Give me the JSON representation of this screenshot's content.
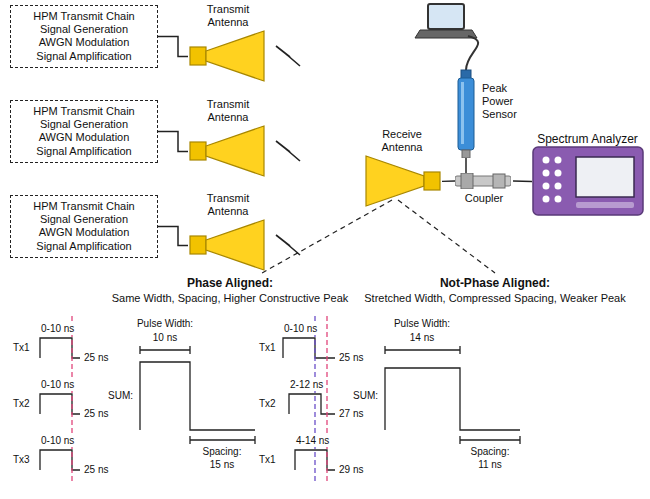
{
  "diagram": {
    "nodes": [
      {
        "text": [
          "HPM Transmit Chain",
          "Signal Generation AWGN Modulation Signal Amplification"
        ]
      },
      {
        "text": [
          "Transmit Antenna"
        ]
      },
      {
        "text": [
          "HPM Transmit Chain",
          "Signal Generation AWGN Modulation Signal Amplification"
        ]
      },
      {
        "text": [
          "Transmit Antenna"
        ]
      },
      {
        "text": [
          "HPM Transmit Chain",
          "Signal Generation AWGN Modulation Signal Amplification"
        ]
      },
      {
        "text": [
          "Transmit Antenna"
        ]
      },
      {
        "text": [
          "Peak Power Sensor"
        ]
      },
      {
        "text": [
          "Receive Antenna"
        ]
      },
      {
        "text": [
          "Coupler"
        ]
      },
      {
        "text": [
          "Spectrum Analyzer"
        ]
      }
    ],
    "edges": [
      {
        "from": 0,
        "to": 1,
        "arrow": "none"
      },
      {
        "from": 2,
        "to": 3,
        "arrow": "none"
      },
      {
        "from": 4,
        "to": 5,
        "arrow": "none"
      },
      {
        "from": 7,
        "to": 8,
        "arrow": "none"
      },
      {
        "from": 8,
        "to": 9,
        "arrow": "none"
      },
      {
        "from": 8,
        "to": 6,
        "arrow": "none"
      }
    ],
    "labels": [
      "Phase Aligned:",
      "Same Width, Spacing, Higher Constructive Peak",
      "Not-Phase Aligned:",
      "Stretched Width, Compressed Spacing, Weaker Peak",
      "0-10 ns",
      "Tx1",
      "25 ns",
      "0-10 ns",
      "Tx2",
      "25 ns",
      "0-10 ns",
      "Tx3",
      "25 ns",
      "Pulse Width:",
      "10 ns",
      "SUM:",
      "Spacing:",
      "15 ns",
      "0-10 ns",
      "Tx1",
      "25 ns",
      "2-12 ns",
      "Tx2",
      "27 ns",
      "4-14 ns",
      "Tx1",
      "29 ns",
      "Pulse Width:",
      "14 ns",
      "SUM:",
      "Spacing:",
      "11 ns"
    ]
  }
}
